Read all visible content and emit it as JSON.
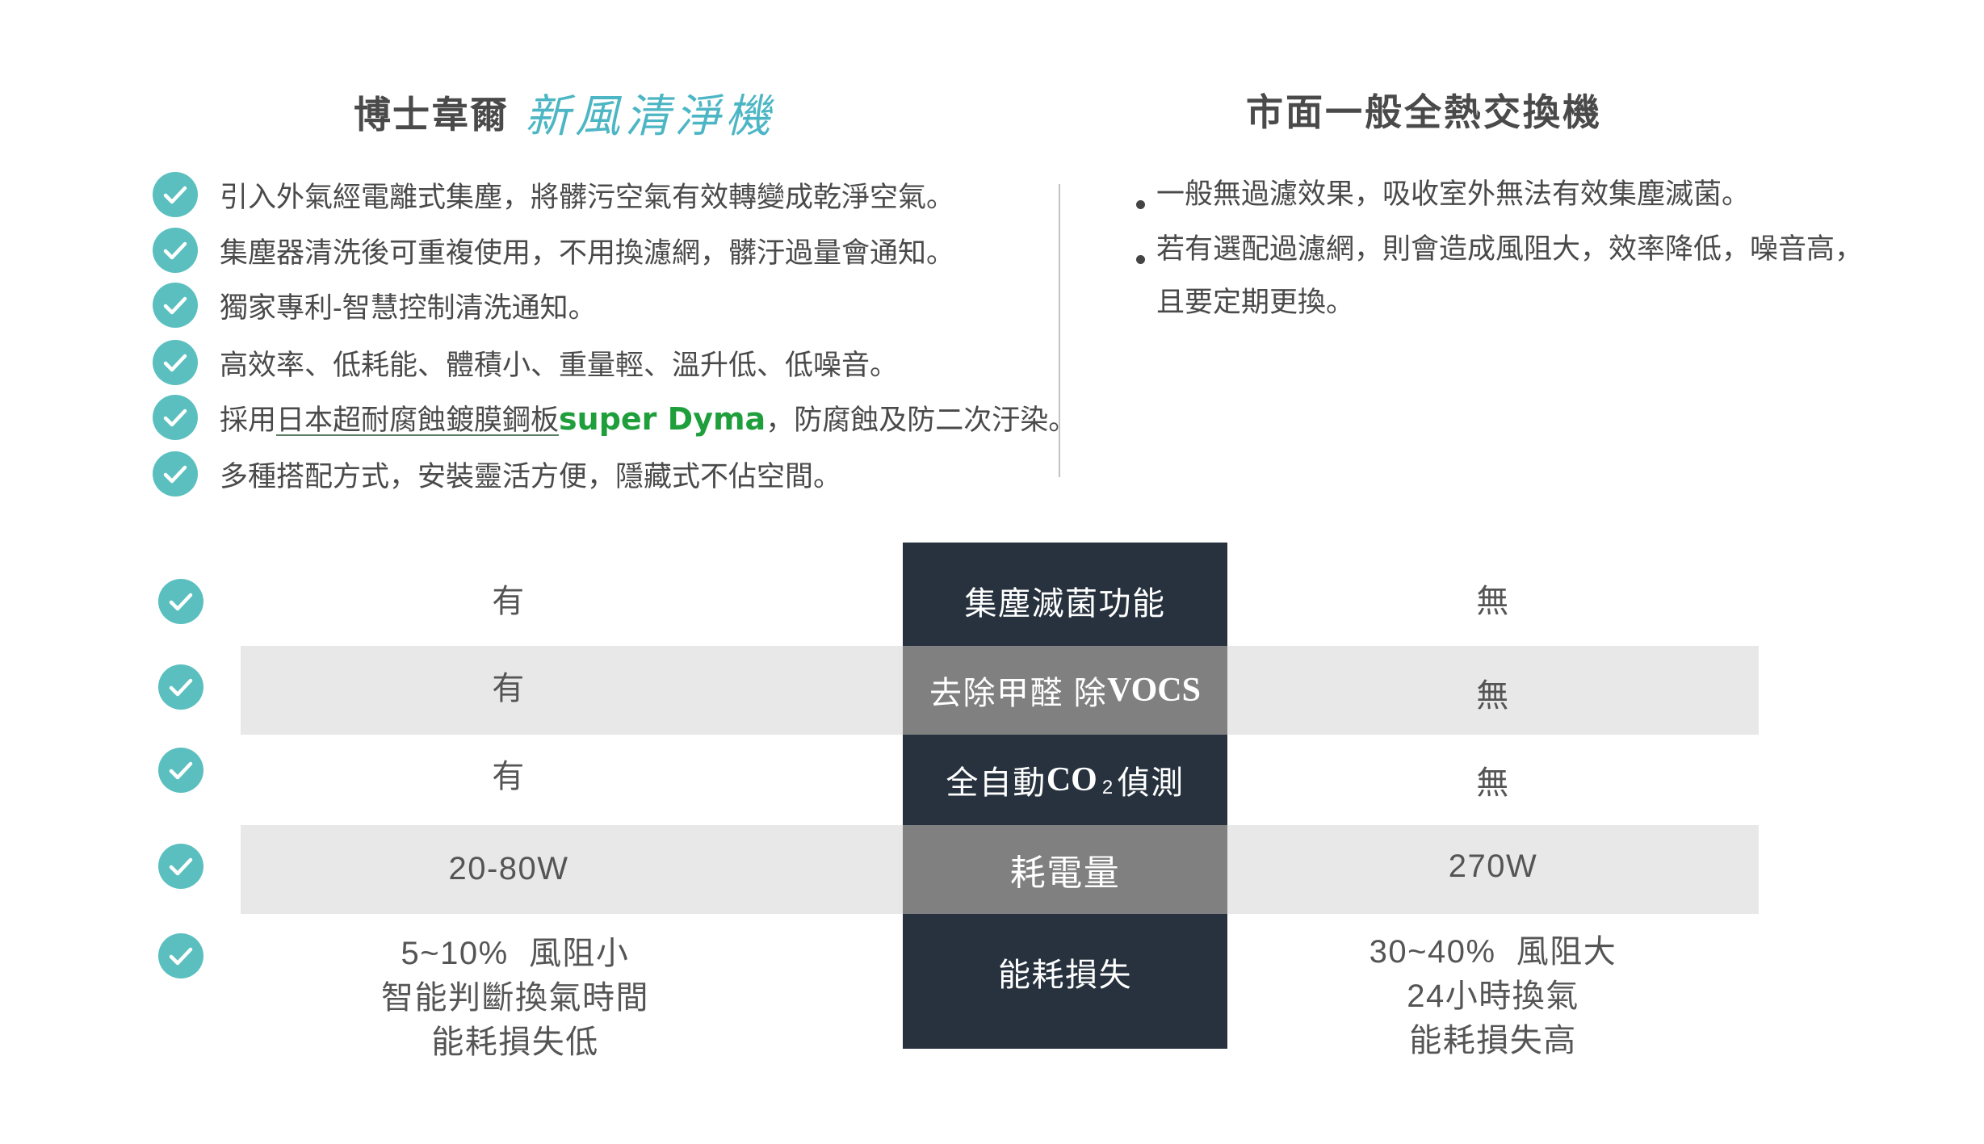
{
  "header": {
    "brand": "博士韋爾",
    "product": "新風清淨機",
    "competitor": "市面一般全熱交換機"
  },
  "features": {
    "items": [
      {
        "text": "引入外氣經電離式集塵，將髒污空氣有效轉變成乾淨空氣。"
      },
      {
        "text": "集塵器清洗後可重複使用，不用換濾網，髒汙過量會通知。"
      },
      {
        "text": "獨家專利-智慧控制清洗通知。"
      },
      {
        "text": "高效率、低耗能、體積小、重量輕、溫升低、低噪音。"
      },
      {
        "prefix": "採用",
        "underlined": "日本超耐腐蝕鍍膜鋼板",
        "brand": "super Dyma",
        "suffix": "，防腐蝕及防二次汙染。"
      },
      {
        "text": "多種搭配方式，安裝靈活方便，隱藏式不佔空間。"
      }
    ]
  },
  "competitor_notes": [
    {
      "lines": [
        "一般無過濾效果，吸收室外無法有效集塵滅菌。"
      ]
    },
    {
      "lines": [
        "若有選配過濾網，則會造成風阻大，效率降低，噪音高，",
        "且要定期更換。"
      ]
    }
  ],
  "comparison": {
    "rows": [
      {
        "feature_parts": [
          "集塵滅菌功能"
        ],
        "ours": [
          "有"
        ],
        "theirs": [
          "無"
        ]
      },
      {
        "feature_parts": [
          "去除甲醛 除",
          "VOCS"
        ],
        "ours": [
          "有"
        ],
        "theirs": [
          "無"
        ]
      },
      {
        "feature_parts": [
          "全自動",
          "CO",
          "2",
          "偵測"
        ],
        "ours": [
          "有"
        ],
        "theirs": [
          "無"
        ]
      },
      {
        "feature_parts": [
          "耗電量"
        ],
        "ours": [
          "20-80W"
        ],
        "theirs": [
          "270W"
        ]
      },
      {
        "feature_parts": [
          "能耗損失"
        ],
        "ours": [
          "5~10%  風阻小",
          "智能判斷換氣時間",
          "能耗損失低"
        ],
        "theirs": [
          "30~40%  風阻大",
          "24小時換氣",
          "能耗損失高"
        ]
      }
    ]
  },
  "colors": {
    "accent": "#5bbfc0",
    "product_title": "#4cb6c4",
    "brand_green": "#1f9e3c",
    "dark_cell": "#27323e",
    "gray_cell": "#808080",
    "band": "#e8e8e8",
    "text": "#4a4a4a"
  },
  "icons": {
    "feature_marker": "check-circle-icon",
    "note_marker": "bullet-dot-icon"
  }
}
